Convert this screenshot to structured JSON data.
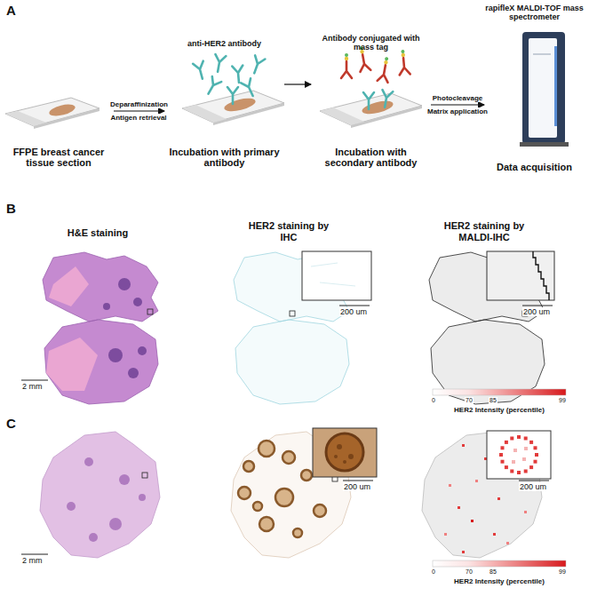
{
  "diagram": {
    "nodes": [
      {
        "text": [
          "FFPE breast cancer tissue section"
        ]
      },
      {
        "text": [
          "anti-HER2 antibody",
          "Incubation with primary antibody"
        ]
      },
      {
        "text": [
          "Antibody conjugated with mass tag",
          "Incubation with secondary antibody"
        ]
      },
      {
        "text": [
          "rapifleX MALDI-TOF mass spectrometer",
          "Data acquisition"
        ]
      }
    ],
    "edges": [
      {
        "from": 0,
        "to": 1,
        "arrow": "to",
        "label": "Deparaffinization"
      },
      {
        "from": 1,
        "to": 2,
        "arrow": "to"
      },
      {
        "from": 2,
        "to": 3,
        "arrow": "to",
        "label": "Photocleavage"
      }
    ],
    "labels": [
      "A",
      "Antigen retrieval",
      "Matrix application",
      "B",
      "H&E staining",
      "HER2 staining by IHC",
      "HER2 staining by MALDI-IHC",
      "200 um",
      "200 um",
      "2 mm",
      "0",
      "70",
      "85",
      "99",
      "HER2 Intensity (percentile)",
      "C",
      "2 mm",
      "200 um",
      "200 um",
      "0",
      "70",
      "85",
      "99",
      "HER2 Intensity (percentile)"
    ]
  }
}
